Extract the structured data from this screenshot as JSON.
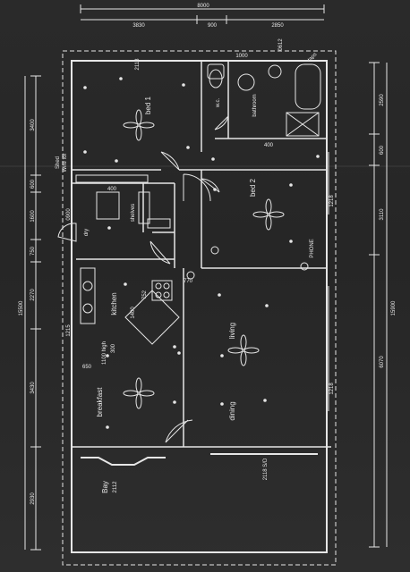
{
  "colors": {
    "paper": "#2a2a2a",
    "ink": "#e6e6e6"
  },
  "dimensions": {
    "top_total": "8000",
    "top_segments": [
      "3830",
      "900",
      "2850"
    ],
    "left_segments": [
      "3400",
      "600",
      "1600",
      "750",
      "2270",
      "3430",
      "2930"
    ],
    "left_total": "15500",
    "right_segments": [
      "2590",
      "600",
      "3110",
      "6070"
    ],
    "right_total": "15900",
    "inner": {
      "d1000": "1000",
      "d0612": "0612",
      "d400_hall": "400",
      "d400_shed": "400",
      "d0900": "0900",
      "d1215": "1215",
      "d650": "650",
      "d770": "770",
      "d1400": "1400",
      "d752": "752",
      "d300": "300"
    }
  },
  "rooms": {
    "bed1": "bed 1",
    "bed2": "bed 2",
    "kitchen": "kitchen",
    "living": "living",
    "dining": "dining",
    "breakfast": "breakfast",
    "bathroom": "bathroom",
    "wc": "w.c.",
    "taps": "taps",
    "shed": "Shed",
    "wire_for": "Wire for",
    "dry": "dry",
    "shelves": "shelves",
    "bay": "Bay",
    "bay_code": "2112"
  },
  "codes": {
    "c2118_top": "2118",
    "c1218_a": "1218",
    "c1218_b": "1218",
    "c2118_sd": "2118 S/D",
    "phone": "PHONE",
    "high": "1100 high"
  }
}
